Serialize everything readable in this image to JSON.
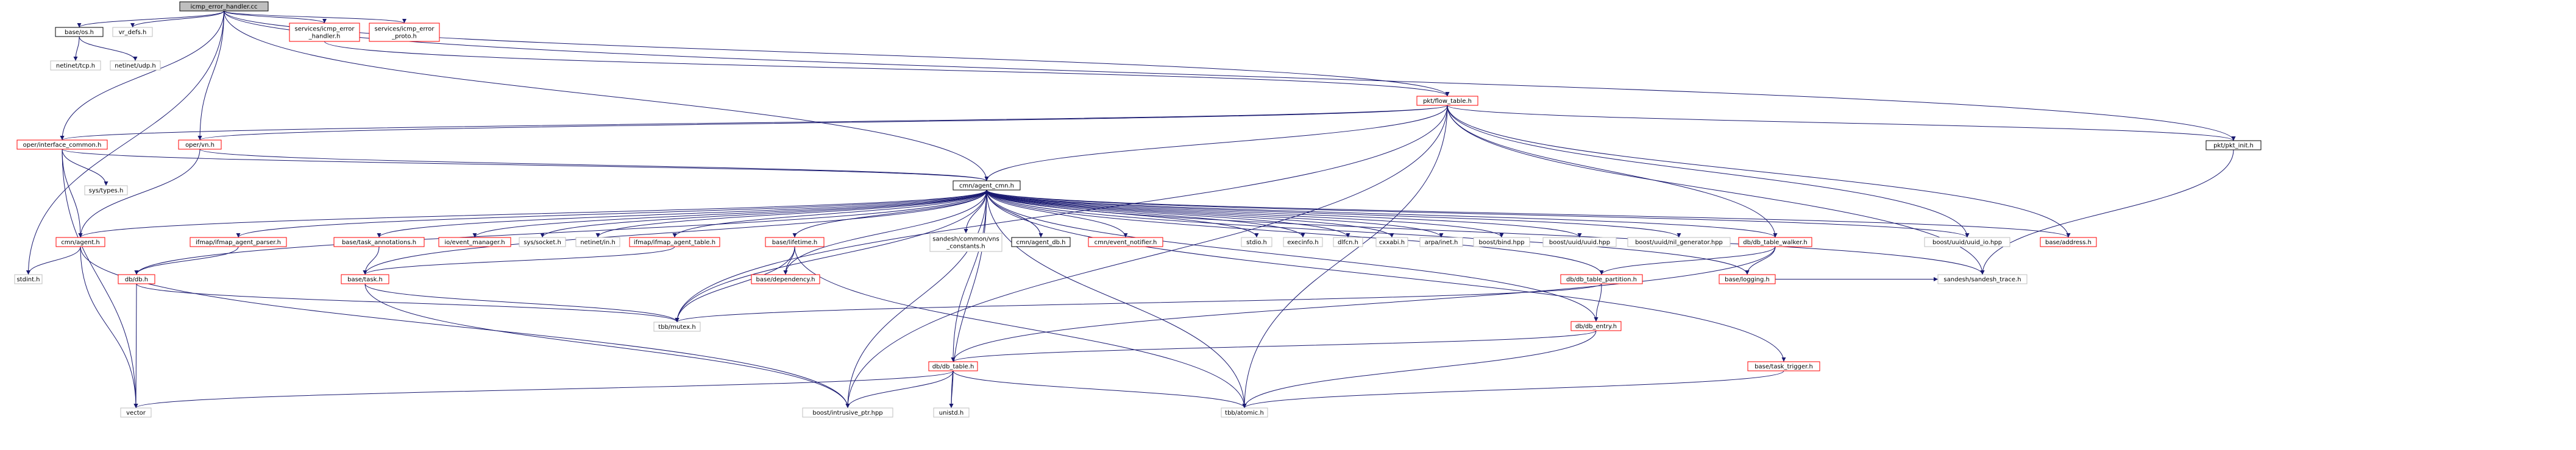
{
  "colors": {
    "node_border_default": "#bfbfbf",
    "node_border_red": "#ff0000",
    "node_border_black": "#000000",
    "root_fill": "#bfbfbf",
    "node_fill": "#ffffff",
    "edge": "#191970",
    "text": "#000000"
  },
  "nodes": [
    {
      "id": "root",
      "label": "icmp_error_handler.cc"
    },
    {
      "id": "base_os",
      "label": "base/os.h"
    },
    {
      "id": "vr_defs",
      "label": "vr_defs.h"
    },
    {
      "id": "svc_icmp_handler",
      "label": [
        "services/icmp_error",
        "_handler.h"
      ]
    },
    {
      "id": "svc_icmp_proto",
      "label": [
        "services/icmp_error",
        "_proto.h"
      ]
    },
    {
      "id": "netinet_tcp",
      "label": "netinet/tcp.h"
    },
    {
      "id": "netinet_udp",
      "label": "netinet/udp.h"
    },
    {
      "id": "pkt_flow_table",
      "label": "pkt/flow_table.h"
    },
    {
      "id": "oper_interface_common",
      "label": "oper/interface_common.h"
    },
    {
      "id": "oper_vn",
      "label": "oper/vn.h"
    },
    {
      "id": "pkt_pkt_init",
      "label": "pkt/pkt_init.h"
    },
    {
      "id": "cmn_agent_cmn",
      "label": "cmn/agent_cmn.h"
    },
    {
      "id": "sys_types",
      "label": "sys/types.h"
    },
    {
      "id": "cmn_agent",
      "label": "cmn/agent.h"
    },
    {
      "id": "ifmap_agent_parser",
      "label": "ifmap/ifmap_agent_parser.h"
    },
    {
      "id": "base_task_annotations",
      "label": "base/task_annotations.h"
    },
    {
      "id": "io_event_manager",
      "label": "io/event_manager.h"
    },
    {
      "id": "sys_socket",
      "label": "sys/socket.h"
    },
    {
      "id": "netinet_in",
      "label": "netinet/in.h"
    },
    {
      "id": "ifmap_agent_table",
      "label": "ifmap/ifmap_agent_table.h"
    },
    {
      "id": "base_lifetime",
      "label": "base/lifetime.h"
    },
    {
      "id": "sandesh_vns_constants",
      "label": [
        "sandesh/common/vns",
        "_constants.h"
      ]
    },
    {
      "id": "cmn_agent_db",
      "label": "cmn/agent_db.h"
    },
    {
      "id": "cmn_event_notifier",
      "label": "cmn/event_notifier.h"
    },
    {
      "id": "stdio",
      "label": "stdio.h"
    },
    {
      "id": "execinfo",
      "label": "execinfo.h"
    },
    {
      "id": "dlfcn",
      "label": "dlfcn.h"
    },
    {
      "id": "cxxabi",
      "label": "cxxabi.h"
    },
    {
      "id": "arpa_inet",
      "label": "arpa/inet.h"
    },
    {
      "id": "boost_bind",
      "label": "boost/bind.hpp"
    },
    {
      "id": "boost_uuid",
      "label": "boost/uuid/uuid.hpp"
    },
    {
      "id": "boost_nil_gen",
      "label": "boost/uuid/nil_generator.hpp"
    },
    {
      "id": "db_table_walker",
      "label": "db/db_table_walker.h"
    },
    {
      "id": "boost_uuid_io",
      "label": "boost/uuid/uuid_io.hpp"
    },
    {
      "id": "base_address",
      "label": "base/address.h"
    },
    {
      "id": "stdint",
      "label": "stdint.h"
    },
    {
      "id": "db_db",
      "label": "db/db.h"
    },
    {
      "id": "base_task",
      "label": "base/task.h"
    },
    {
      "id": "base_dependency",
      "label": "base/dependency.h"
    },
    {
      "id": "db_table_partition",
      "label": "db/db_table_partition.h"
    },
    {
      "id": "base_logging",
      "label": "base/logging.h"
    },
    {
      "id": "sandesh_trace",
      "label": "sandesh/sandesh_trace.h"
    },
    {
      "id": "tbb_mutex",
      "label": "tbb/mutex.h"
    },
    {
      "id": "db_entry",
      "label": "db/db_entry.h"
    },
    {
      "id": "db_table",
      "label": "db/db_table.h"
    },
    {
      "id": "base_task_trigger",
      "label": "base/task_trigger.h"
    },
    {
      "id": "vector",
      "label": "vector"
    },
    {
      "id": "boost_intrusive_ptr",
      "label": "boost/intrusive_ptr.hpp"
    },
    {
      "id": "unistd",
      "label": "unistd.h"
    },
    {
      "id": "tbb_atomic",
      "label": "tbb/atomic.h"
    }
  ],
  "edges": [
    [
      "root",
      "base_os"
    ],
    [
      "root",
      "vr_defs"
    ],
    [
      "root",
      "svc_icmp_handler"
    ],
    [
      "root",
      "svc_icmp_proto"
    ],
    [
      "root",
      "pkt_flow_table"
    ],
    [
      "root",
      "oper_interface_common"
    ],
    [
      "root",
      "oper_vn"
    ],
    [
      "root",
      "pkt_pkt_init"
    ],
    [
      "root",
      "cmn_agent_cmn"
    ],
    [
      "root",
      "stdint"
    ],
    [
      "base_os",
      "netinet_tcp"
    ],
    [
      "base_os",
      "netinet_udp"
    ],
    [
      "svc_icmp_handler",
      "pkt_flow_table"
    ],
    [
      "pkt_flow_table",
      "oper_interface_common"
    ],
    [
      "pkt_flow_table",
      "oper_vn"
    ],
    [
      "pkt_flow_table",
      "pkt_pkt_init"
    ],
    [
      "pkt_flow_table",
      "cmn_agent_cmn"
    ],
    [
      "pkt_flow_table",
      "db_table_walker"
    ],
    [
      "pkt_flow_table",
      "boost_uuid_io"
    ],
    [
      "pkt_flow_table",
      "base_address"
    ],
    [
      "pkt_flow_table",
      "sandesh_trace"
    ],
    [
      "pkt_flow_table",
      "tbb_mutex"
    ],
    [
      "pkt_flow_table",
      "boost_intrusive_ptr"
    ],
    [
      "pkt_flow_table",
      "tbb_atomic"
    ],
    [
      "pkt_pkt_init",
      "sandesh_trace"
    ],
    [
      "oper_interface_common",
      "sys_types"
    ],
    [
      "oper_interface_common",
      "cmn_agent"
    ],
    [
      "oper_interface_common",
      "vector"
    ],
    [
      "oper_interface_common",
      "cmn_agent_cmn"
    ],
    [
      "oper_vn",
      "cmn_agent"
    ],
    [
      "oper_vn",
      "cmn_agent_cmn"
    ],
    [
      "cmn_agent_cmn",
      "cmn_agent"
    ],
    [
      "cmn_agent_cmn",
      "ifmap_agent_parser"
    ],
    [
      "cmn_agent_cmn",
      "base_task_annotations"
    ],
    [
      "cmn_agent_cmn",
      "io_event_manager"
    ],
    [
      "cmn_agent_cmn",
      "sys_socket"
    ],
    [
      "cmn_agent_cmn",
      "netinet_in"
    ],
    [
      "cmn_agent_cmn",
      "ifmap_agent_table"
    ],
    [
      "cmn_agent_cmn",
      "base_lifetime"
    ],
    [
      "cmn_agent_cmn",
      "sandesh_vns_constants"
    ],
    [
      "cmn_agent_cmn",
      "cmn_agent_db"
    ],
    [
      "cmn_agent_cmn",
      "cmn_event_notifier"
    ],
    [
      "cmn_agent_cmn",
      "stdio"
    ],
    [
      "cmn_agent_cmn",
      "execinfo"
    ],
    [
      "cmn_agent_cmn",
      "dlfcn"
    ],
    [
      "cmn_agent_cmn",
      "cxxabi"
    ],
    [
      "cmn_agent_cmn",
      "arpa_inet"
    ],
    [
      "cmn_agent_cmn",
      "boost_bind"
    ],
    [
      "cmn_agent_cmn",
      "boost_uuid"
    ],
    [
      "cmn_agent_cmn",
      "boost_nil_gen"
    ],
    [
      "cmn_agent_cmn",
      "db_table_walker"
    ],
    [
      "cmn_agent_cmn",
      "boost_uuid_io"
    ],
    [
      "cmn_agent_cmn",
      "base_address"
    ],
    [
      "cmn_agent_cmn",
      "sandesh_trace"
    ],
    [
      "cmn_agent_cmn",
      "db_db"
    ],
    [
      "cmn_agent_cmn",
      "base_task"
    ],
    [
      "cmn_agent_cmn",
      "base_dependency"
    ],
    [
      "cmn_agent_cmn",
      "db_table_partition"
    ],
    [
      "cmn_agent_cmn",
      "base_logging"
    ],
    [
      "cmn_agent_cmn",
      "tbb_mutex"
    ],
    [
      "cmn_agent_cmn",
      "db_entry"
    ],
    [
      "cmn_agent_cmn",
      "db_table"
    ],
    [
      "cmn_agent_cmn",
      "base_task_trigger"
    ],
    [
      "cmn_agent_cmn",
      "boost_intrusive_ptr"
    ],
    [
      "cmn_agent_cmn",
      "unistd"
    ],
    [
      "cmn_agent_cmn",
      "tbb_atomic"
    ],
    [
      "cmn_agent",
      "stdint"
    ],
    [
      "cmn_agent",
      "vector"
    ],
    [
      "cmn_agent",
      "boost_intrusive_ptr"
    ],
    [
      "ifmap_agent_parser",
      "db_db"
    ],
    [
      "base_task_annotations",
      "base_task"
    ],
    [
      "ifmap_agent_table",
      "base_task"
    ],
    [
      "base_lifetime",
      "base_dependency"
    ],
    [
      "base_lifetime",
      "tbb_mutex"
    ],
    [
      "base_lifetime",
      "tbb_atomic"
    ],
    [
      "cmn_agent_db",
      "cmn_agent_cmn"
    ],
    [
      "db_table_walker",
      "db_table_partition"
    ],
    [
      "db_table_walker",
      "base_logging"
    ],
    [
      "db_table_walker",
      "db_table"
    ],
    [
      "db_db",
      "tbb_mutex"
    ],
    [
      "db_db",
      "vector"
    ],
    [
      "base_task",
      "tbb_mutex"
    ],
    [
      "base_task",
      "boost_intrusive_ptr"
    ],
    [
      "base_logging",
      "sandesh_trace"
    ],
    [
      "db_table_partition",
      "tbb_mutex"
    ],
    [
      "db_table_partition",
      "db_entry"
    ],
    [
      "db_entry",
      "db_table"
    ],
    [
      "db_entry",
      "tbb_atomic"
    ],
    [
      "db_table",
      "vector"
    ],
    [
      "db_table",
      "boost_intrusive_ptr"
    ],
    [
      "db_table",
      "unistd"
    ],
    [
      "db_table",
      "tbb_atomic"
    ],
    [
      "base_task_trigger",
      "tbb_atomic"
    ]
  ]
}
